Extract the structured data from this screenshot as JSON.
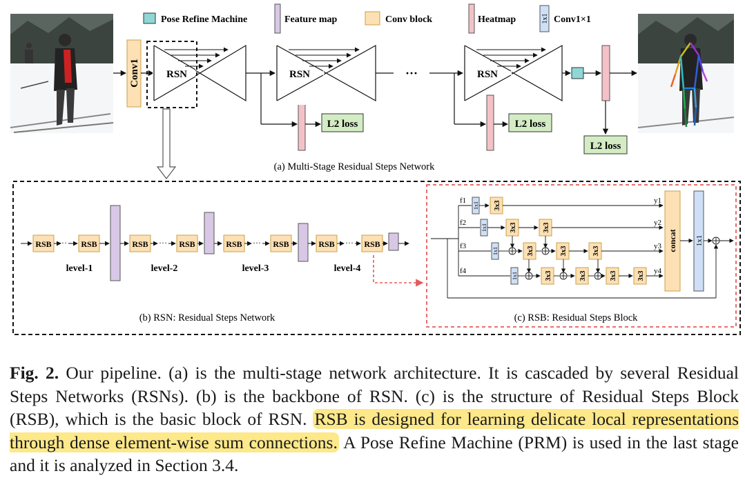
{
  "legend": {
    "prm": "Pose Refine Machine",
    "feature_map": "Feature map",
    "conv_block": "Conv block",
    "heatmap": "Heatmap",
    "conv1x1_icon": "1x1",
    "conv1x1": "Conv1×1"
  },
  "colors": {
    "prm_fill": "#8fd7d5",
    "feature_map_fill": "#d8c8e6",
    "conv_block_fill": "#fde0b3",
    "heatmap_fill": "#f4c2c6",
    "conv1x1_fill": "#cfe0f6",
    "loss_fill": "#d4ecc4",
    "rsb_border": "#e55a5a"
  },
  "icons": {
    "input_photo": "skier-photo",
    "output_photo": "skier-pose-photo"
  },
  "panel_a": {
    "conv1": "Conv1",
    "rsn": "RSN",
    "ellipsis": "···",
    "l2_loss": "L2 loss",
    "caption": "(a) Multi-Stage Residual Steps Network"
  },
  "panel_b": {
    "rsb": "RSB",
    "dots": "···",
    "levels": [
      "level-1",
      "level-2",
      "level-3",
      "level-4"
    ],
    "caption": "(b) RSN: Residual Steps Network"
  },
  "panel_c": {
    "inputs": [
      "f1",
      "f2",
      "f3",
      "f4"
    ],
    "outputs": [
      "y1",
      "y2",
      "y3",
      "y4"
    ],
    "conv3": "3x3",
    "conv1": "1x1",
    "concat": "concat",
    "caption": "(c) RSB: Residual Steps Block"
  },
  "caption": {
    "label": "Fig. 2.",
    "text_1": " Our pipeline. (a) is the multi-stage network architecture. It is cascaded by several Residual Steps Networks (RSNs). (b) is the backbone of RSN. (c) is the structure of Residual Steps Block (RSB), which is the basic block of RSN. ",
    "highlight": "RSB is designed for learning delicate local representations through dense element-wise sum connections.",
    "text_2": " A Pose Refine Machine (PRM) is used in the last stage and it is analyzed in Section 3.4."
  }
}
